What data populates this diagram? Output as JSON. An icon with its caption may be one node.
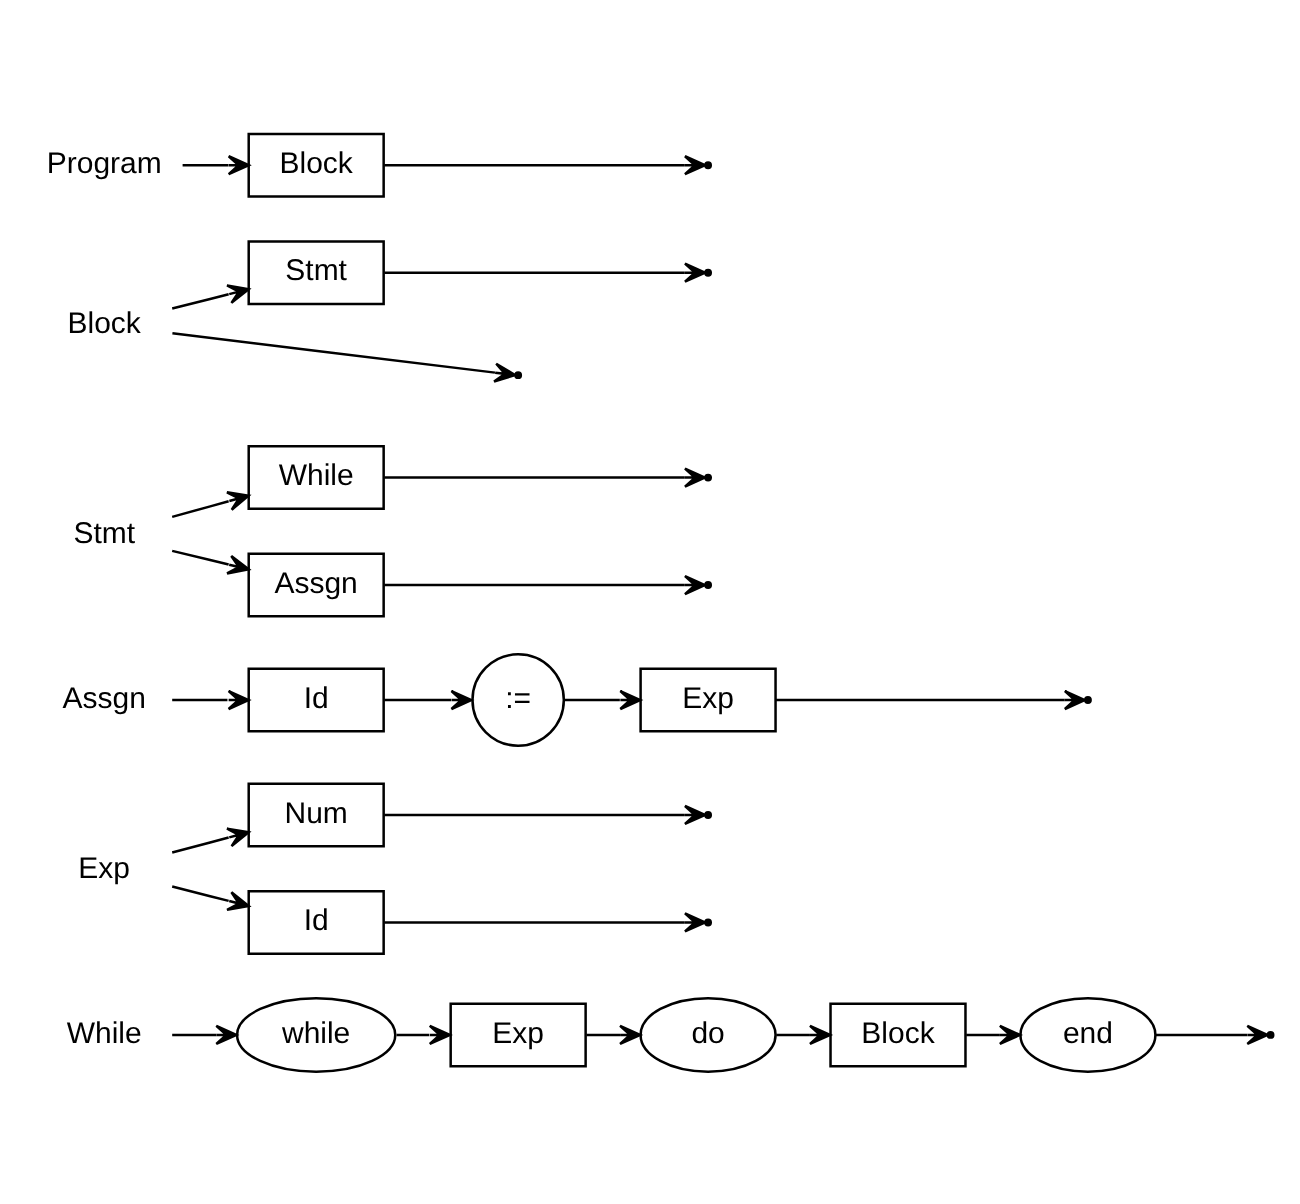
{
  "diagram": {
    "nodes": [
      {
        "text": [
          "Program"
        ]
      },
      {
        "text": [
          "Block"
        ]
      },
      {
        "text": [
          "Block"
        ]
      },
      {
        "text": [
          "Stmt"
        ]
      },
      {
        "text": [
          "Stmt"
        ]
      },
      {
        "text": [
          "Assgn"
        ]
      },
      {
        "text": [
          "While"
        ]
      },
      {
        "text": [
          "Assgn"
        ]
      },
      {
        "text": [
          "Id"
        ]
      },
      {
        "text": [
          ":="
        ]
      },
      {
        "text": [
          "Exp"
        ]
      },
      {
        "text": [
          "Exp"
        ]
      },
      {
        "text": [
          "Id"
        ]
      },
      {
        "text": [
          "Num"
        ]
      },
      {
        "text": [
          "While"
        ]
      },
      {
        "text": [
          "while"
        ]
      },
      {
        "text": [
          "Exp"
        ]
      },
      {
        "text": [
          "do"
        ]
      },
      {
        "text": [
          "Block"
        ]
      },
      {
        "text": [
          "end"
        ]
      }
    ],
    "edges": [
      {
        "from": 0,
        "to": 1,
        "arrow": "to"
      },
      {
        "from": 1,
        "to": null,
        "arrow": "to"
      },
      {
        "from": 2,
        "to": null,
        "arrow": "to"
      },
      {
        "from": 2,
        "to": 3,
        "arrow": "to"
      },
      {
        "from": 3,
        "to": null,
        "arrow": "to"
      },
      {
        "from": 4,
        "to": 5,
        "arrow": "to"
      },
      {
        "from": 4,
        "to": 6,
        "arrow": "to"
      },
      {
        "from": 5,
        "to": null,
        "arrow": "to"
      },
      {
        "from": 6,
        "to": null,
        "arrow": "to"
      },
      {
        "from": 7,
        "to": 8,
        "arrow": "to"
      },
      {
        "from": 8,
        "to": 9,
        "arrow": "to"
      },
      {
        "from": 9,
        "to": 10,
        "arrow": "to"
      },
      {
        "from": 10,
        "to": null,
        "arrow": "to"
      },
      {
        "from": 11,
        "to": 12,
        "arrow": "to"
      },
      {
        "from": 11,
        "to": 13,
        "arrow": "to"
      },
      {
        "from": 12,
        "to": null,
        "arrow": "to"
      },
      {
        "from": 13,
        "to": null,
        "arrow": "to"
      },
      {
        "from": 14,
        "to": 15,
        "arrow": "to"
      },
      {
        "from": 15,
        "to": 16,
        "arrow": "to"
      },
      {
        "from": 16,
        "to": 17,
        "arrow": "to"
      },
      {
        "from": 17,
        "to": 18,
        "arrow": "to"
      },
      {
        "from": 18,
        "to": 19,
        "arrow": "to"
      },
      {
        "from": 19,
        "to": null,
        "arrow": "to"
      }
    ]
  }
}
